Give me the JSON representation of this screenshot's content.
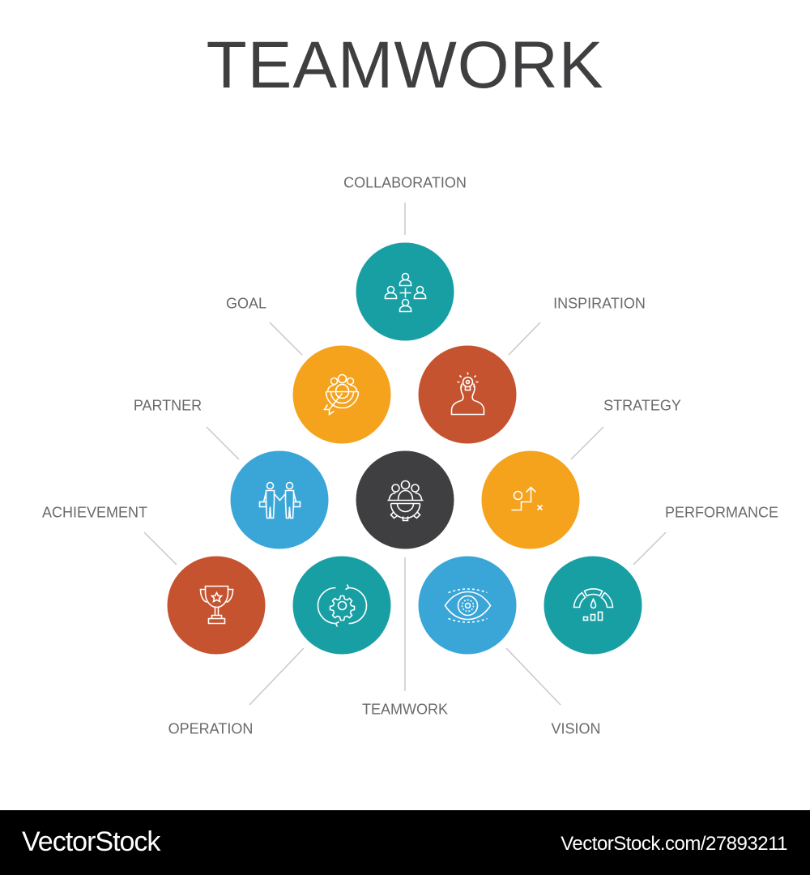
{
  "title": "TEAMWORK",
  "colors": {
    "teal": "#189fa4",
    "orange": "#f5a21d",
    "rust": "#c5532f",
    "blue": "#3aa6d8",
    "dark": "#3f3f41",
    "line": "#c8c8c8",
    "label": "#6a6a6c"
  },
  "items": [
    {
      "id": "collaboration",
      "label": "COLLABORATION",
      "icon": "people-network-icon",
      "color": "#189fa4"
    },
    {
      "id": "goal",
      "label": "GOAL",
      "icon": "target-team-icon",
      "color": "#f5a21d"
    },
    {
      "id": "inspiration",
      "label": "INSPIRATION",
      "icon": "lightbulb-head-icon",
      "color": "#c5532f"
    },
    {
      "id": "partner",
      "label": "PARTNER",
      "icon": "handshake-icon",
      "color": "#3aa6d8"
    },
    {
      "id": "teamwork",
      "label": "TEAMWORK",
      "icon": "team-gear-icon",
      "color": "#3f3f41"
    },
    {
      "id": "strategy",
      "label": "STRATEGY",
      "icon": "strategy-steps-icon",
      "color": "#f5a21d"
    },
    {
      "id": "achievement",
      "label": "ACHIEVEMENT",
      "icon": "trophy-icon",
      "color": "#c5532f"
    },
    {
      "id": "operation",
      "label": "OPERATION",
      "icon": "gear-cycle-icon",
      "color": "#189fa4"
    },
    {
      "id": "vision",
      "label": "VISION",
      "icon": "eye-icon",
      "color": "#3aa6d8"
    },
    {
      "id": "performance",
      "label": "PERFORMANCE",
      "icon": "gauge-icon",
      "color": "#189fa4"
    }
  ],
  "footer": {
    "brand": "VectorStock",
    "url": "VectorStock.com/27893211"
  }
}
